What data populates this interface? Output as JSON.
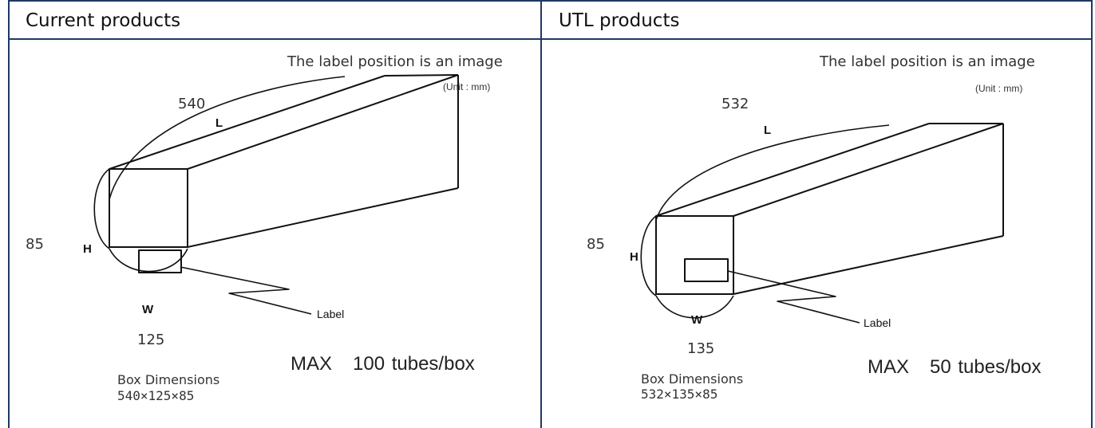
{
  "headers": {
    "left": "Current products",
    "right": "UTL products"
  },
  "panels": [
    {
      "note": "The label position is an image",
      "unit": "(Unit : mm)",
      "length_value": "540",
      "height_value": "85",
      "width_value": "125",
      "letter_l": "L",
      "letter_h": "H",
      "letter_w": "W",
      "label_text": "Label",
      "max_capacity": "MAX   100 tubes/box",
      "box_title": "Box Dimensions",
      "box_dims": "540×125×85"
    },
    {
      "note": "The label position is an image",
      "unit": "(Unit : mm)",
      "length_value": "532",
      "height_value": "85",
      "width_value": "135",
      "letter_l": "L",
      "letter_h": "H",
      "letter_w": "W",
      "label_text": "Label",
      "max_capacity": "MAX   50 tubes/box",
      "box_title": "Box Dimensions",
      "box_dims": "532×135×85"
    }
  ],
  "colors": {
    "rule": "#1f3864",
    "drawing": "#111111"
  }
}
